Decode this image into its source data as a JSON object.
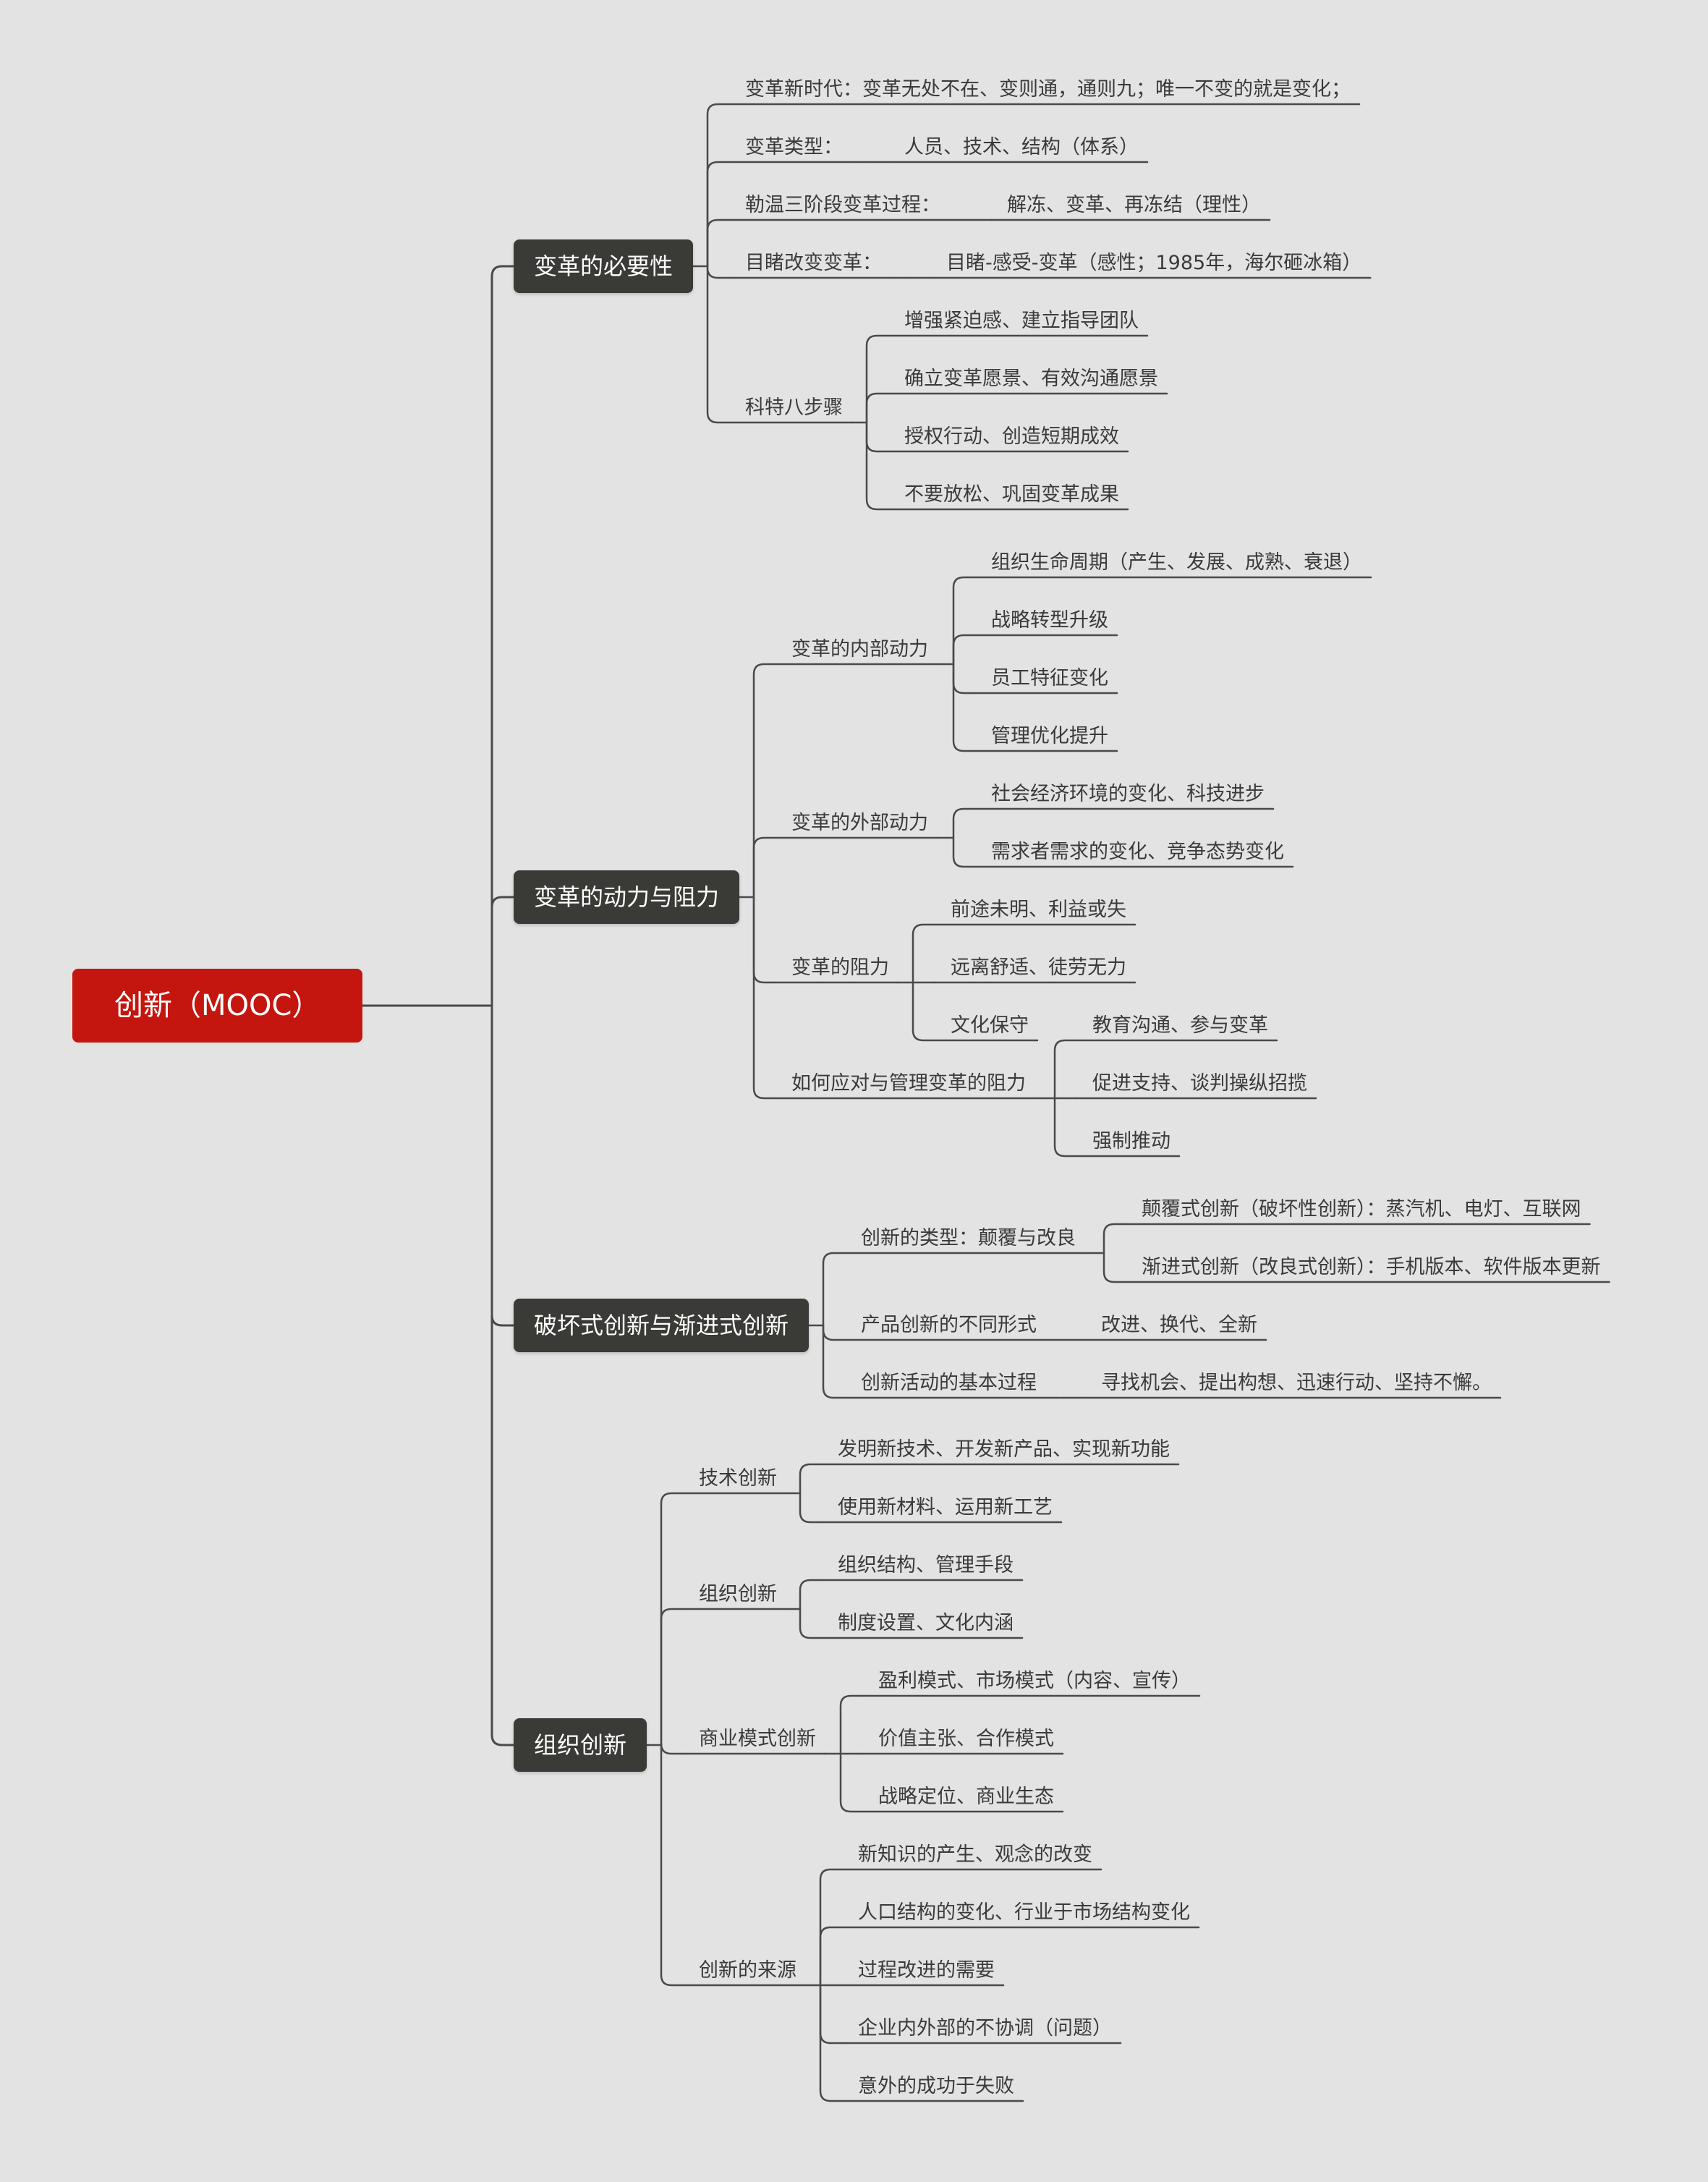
{
  "root": {
    "label": "创新（MOOC）",
    "children": [
      {
        "label": "变革的必要性",
        "children": [
          {
            "label": "变革新时代：变革无处不在、变则通，通则九；唯一不变的就是变化；"
          },
          {
            "label": "变革类型：",
            "children": [
              {
                "label": "人员、技术、结构（体系）"
              }
            ]
          },
          {
            "label": "勒温三阶段变革过程：",
            "children": [
              {
                "label": "解冻、变革、再冻结（理性）"
              }
            ]
          },
          {
            "label": "目睹改变变革：",
            "children": [
              {
                "label": "目睹-感受-变革（感性；1985年，海尔砸冰箱）"
              }
            ]
          },
          {
            "label": "科特八步骤",
            "children": [
              {
                "label": "增强紧迫感、建立指导团队"
              },
              {
                "label": "确立变革愿景、有效沟通愿景"
              },
              {
                "label": "授权行动、创造短期成效"
              },
              {
                "label": "不要放松、巩固变革成果"
              }
            ]
          }
        ]
      },
      {
        "label": "变革的动力与阻力",
        "children": [
          {
            "label": "变革的内部动力",
            "children": [
              {
                "label": "组织生命周期（产生、发展、成熟、衰退）"
              },
              {
                "label": "战略转型升级"
              },
              {
                "label": "员工特征变化"
              },
              {
                "label": "管理优化提升"
              }
            ]
          },
          {
            "label": "变革的外部动力",
            "children": [
              {
                "label": "社会经济环境的变化、科技进步"
              },
              {
                "label": "需求者需求的变化、竞争态势变化"
              }
            ]
          },
          {
            "label": "变革的阻力",
            "children": [
              {
                "label": "前途未明、利益或失"
              },
              {
                "label": "远离舒适、徒劳无力"
              },
              {
                "label": "文化保守"
              }
            ]
          },
          {
            "label": "如何应对与管理变革的阻力",
            "children": [
              {
                "label": "教育沟通、参与变革"
              },
              {
                "label": "促进支持、谈判操纵招揽"
              },
              {
                "label": "强制推动"
              }
            ]
          }
        ]
      },
      {
        "label": "破坏式创新与渐进式创新",
        "children": [
          {
            "label": "创新的类型：颠覆与改良",
            "children": [
              {
                "label": "颠覆式创新（破坏性创新）：蒸汽机、电灯、互联网"
              },
              {
                "label": "渐进式创新（改良式创新）：手机版本、软件版本更新"
              }
            ]
          },
          {
            "label": "产品创新的不同形式",
            "children": [
              {
                "label": "改进、换代、全新"
              }
            ]
          },
          {
            "label": "创新活动的基本过程",
            "children": [
              {
                "label": "寻找机会、提出构想、迅速行动、坚持不懈。"
              }
            ]
          }
        ]
      },
      {
        "label": "组织创新",
        "children": [
          {
            "label": "技术创新",
            "children": [
              {
                "label": "发明新技术、开发新产品、实现新功能"
              },
              {
                "label": "使用新材料、运用新工艺"
              }
            ]
          },
          {
            "label": "组织创新",
            "children": [
              {
                "label": "组织结构、管理手段"
              },
              {
                "label": "制度设置、文化内涵"
              }
            ]
          },
          {
            "label": "商业模式创新",
            "children": [
              {
                "label": "盈利模式、市场模式（内容、宣传）"
              },
              {
                "label": "价值主张、合作模式"
              },
              {
                "label": "战略定位、商业生态"
              }
            ]
          },
          {
            "label": "创新的来源",
            "children": [
              {
                "label": "新知识的产生、观念的改变"
              },
              {
                "label": "人口结构的变化、行业于市场结构变化"
              },
              {
                "label": "过程改进的需要"
              },
              {
                "label": "企业内外部的不协调（问题）"
              },
              {
                "label": "意外的成功于失败"
              }
            ]
          }
        ]
      }
    ]
  },
  "colors": {
    "background": "#e3e3e3",
    "root_fill": "#c4160e",
    "main_fill": "#3a3a36",
    "line": "#4a4a4a",
    "text": "#3a3a3a"
  }
}
